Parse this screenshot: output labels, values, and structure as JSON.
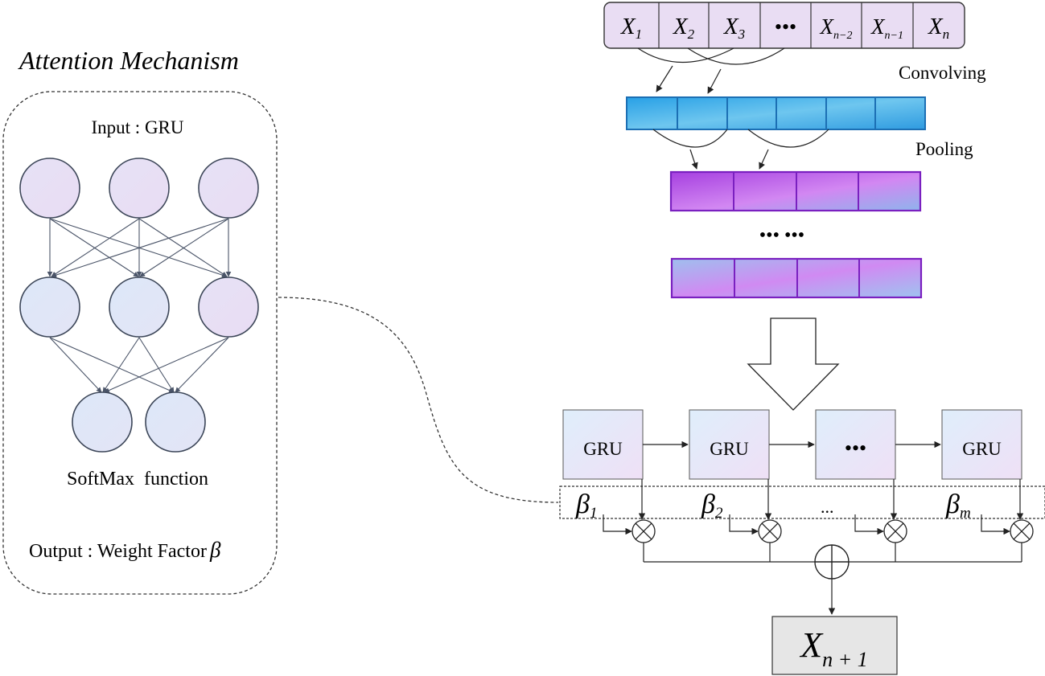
{
  "attention": {
    "title": "Attention Mechanism",
    "input_label": "Input : GRU",
    "softmax_label": "SoftMax  function",
    "output_label": "Output : Weight Factor",
    "output_symbol": "β"
  },
  "inputs": {
    "cells": [
      {
        "base": "X",
        "sub": "1"
      },
      {
        "base": "X",
        "sub": "2"
      },
      {
        "base": "X",
        "sub": "3"
      },
      {
        "base": "•••",
        "sub": ""
      },
      {
        "base": "X",
        "sub": "n−2"
      },
      {
        "base": "X",
        "sub": "n−1"
      },
      {
        "base": "X",
        "sub": "n"
      }
    ]
  },
  "labels": {
    "convolving": "Convolving",
    "pooling": "Pooling",
    "ellipsis_mid": "••• •••"
  },
  "gru": {
    "boxes": [
      "GRU",
      "GRU",
      "•••",
      "GRU"
    ],
    "betas": [
      {
        "base": "β",
        "sub": "1"
      },
      {
        "base": "β",
        "sub": "2"
      },
      {
        "base": "...",
        "sub": ""
      },
      {
        "base": "β",
        "sub": "m"
      }
    ]
  },
  "output": {
    "base": "X",
    "sub": "n + 1"
  },
  "colors": {
    "input_cell": "#e9ddf3",
    "conv_blue": "#3aa6df",
    "pool_purple": "#9a3bd6",
    "node_fill": "#e1e1f4",
    "node_stroke": "#3c4658",
    "output_box": "#e6e6e6"
  }
}
